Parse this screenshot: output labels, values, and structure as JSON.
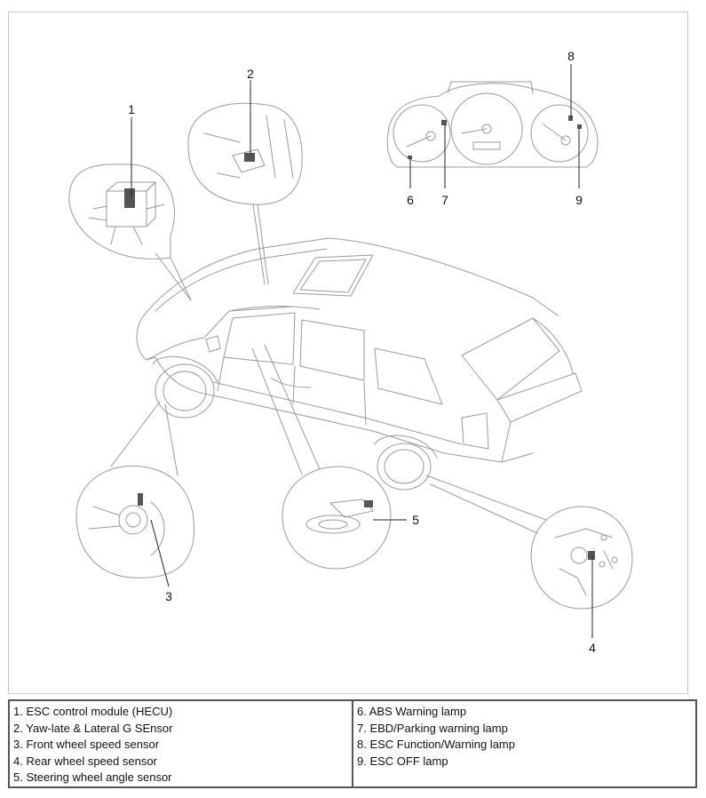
{
  "callouts": {
    "c1": "1",
    "c2": "2",
    "c3": "3",
    "c4": "4",
    "c5": "5",
    "c6": "6",
    "c7": "7",
    "c8": "8",
    "c9": "9"
  },
  "legend": {
    "left": [
      "1. ESC control module (HECU)",
      "2. Yaw-late & Lateral G SEnsor",
      "3. Front wheel speed sensor",
      "4. Rear wheel speed sensor",
      "5. Steering wheel angle sensor"
    ],
    "right": [
      "6. ABS Warning lamp",
      "7. EBD/Parking warning lamp",
      "8. ESC Function/Warning lamp",
      "9. ESC OFF lamp"
    ]
  }
}
